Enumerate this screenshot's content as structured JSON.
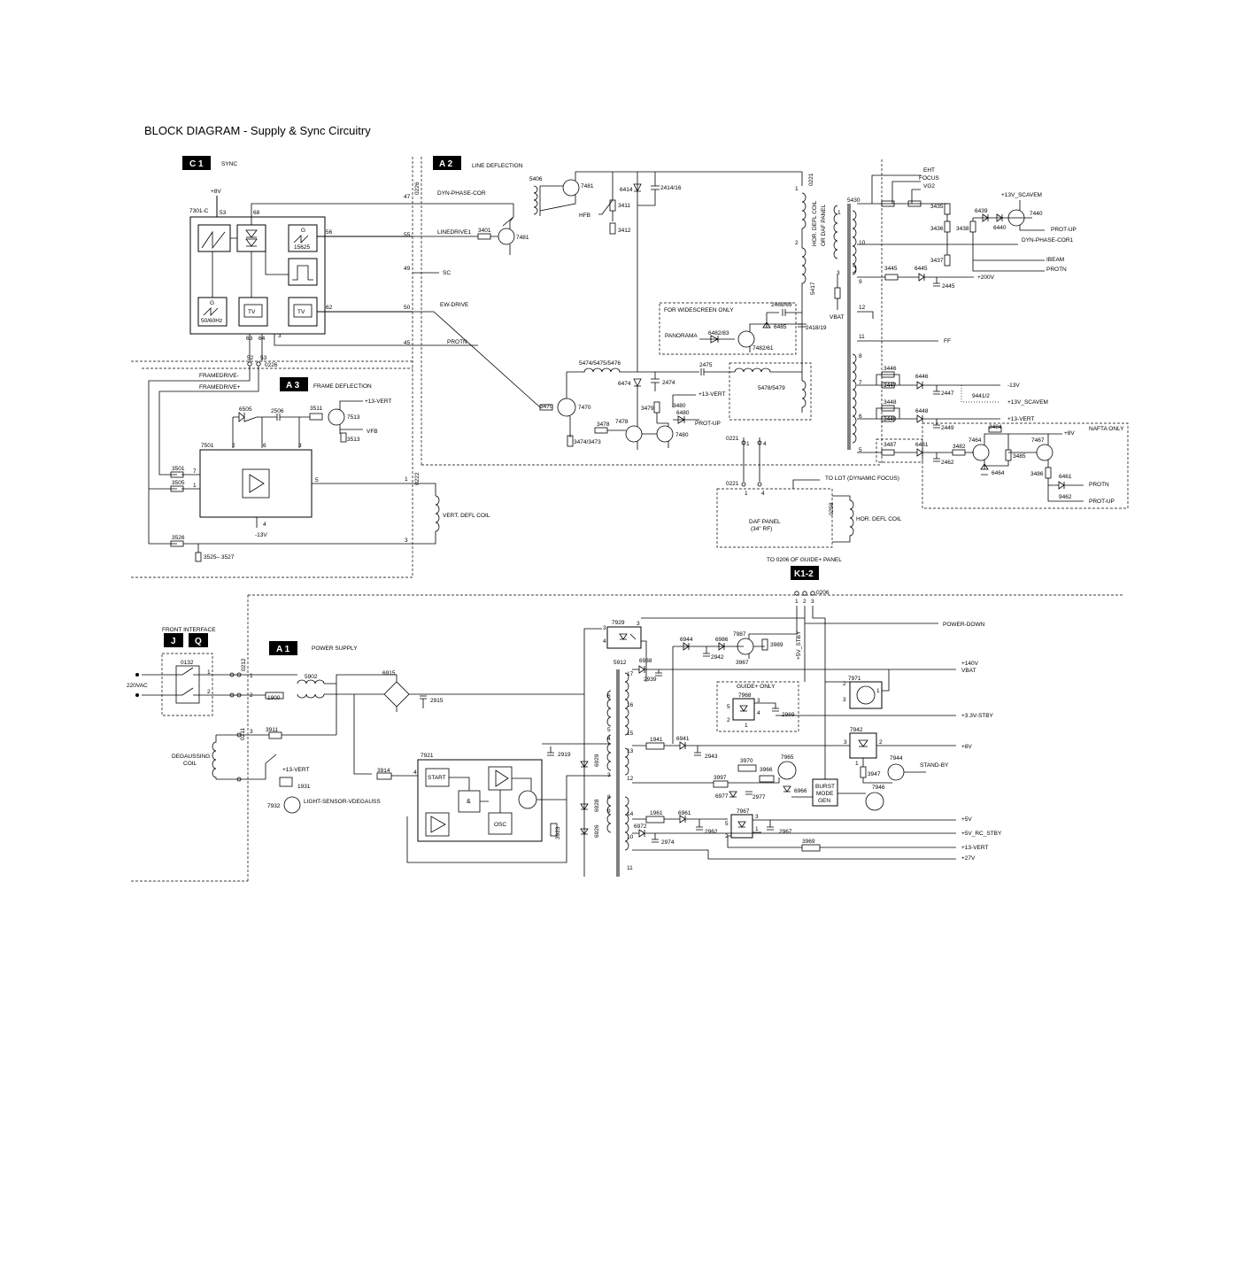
{
  "title": "BLOCK DIAGRAM - Supply & Sync Circuitry",
  "sections": {
    "c1": {
      "tag": "C 1",
      "label": "SYNC"
    },
    "a2": {
      "tag": "A 2",
      "label": "LINE DEFLECTION"
    },
    "a3": {
      "tag": "A 3",
      "label": "FRAME DEFLECTION"
    },
    "k12": {
      "tag": "K1-2",
      "label": "TO 0206 OF GUIDE+ PANEL"
    },
    "j": {
      "tag": "J"
    },
    "q": {
      "tag": "Q"
    },
    "front": {
      "label": "FRONT INTERFACE"
    },
    "a1": {
      "tag": "A 1",
      "label": "POWER SUPPLY"
    }
  },
  "sync": {
    "ic": "7301-C",
    "plus8v": "+8V",
    "p53": "53",
    "p68": "68",
    "p56": "56",
    "p62": "62",
    "p63": "63",
    "p64": "64",
    "p3": "3",
    "g1": "G",
    "f15625": "15625",
    "g2": "G",
    "f5060": "50/60Hz",
    "tv1": "TV",
    "tv2": "TV",
    "c0226": "0226",
    "c0226b": "0226",
    "p52": "52",
    "p53b": "53",
    "n47": "47",
    "n55": "55",
    "n49": "49",
    "n50": "50",
    "n45": "45",
    "dyn": "DYN-PHASE-COR",
    "linedrive": "LINEDRIVE1",
    "sc": "SC",
    "ew": "EW-DRIVE",
    "protn": "PROTN"
  },
  "frame": {
    "fdminus": "FRAMEDRIVE-",
    "fdplus": "FRAMEDRIVE+",
    "c6505": "6505",
    "c2506": "2506",
    "c3511": "3511",
    "c7513": "7513",
    "v13": "+13-VERT",
    "vfb": "VFB",
    "c3513": "3513",
    "ic": "7501",
    "p2": "2",
    "p6": "6",
    "p3": "3",
    "p7": "7",
    "p1": "1",
    "p5": "5",
    "p4": "4",
    "m13": "-13V",
    "c3501": "3501",
    "c3505": "3505",
    "c3526": "3526",
    "c3525": "3525– 3527",
    "c0222": "0222",
    "n1": "1",
    "n3": "3",
    "coil": "VERT. DEFL COIL"
  },
  "line": {
    "c5406": "5406",
    "c7481a": "7481",
    "c7481b": "7481",
    "c3401": "3401",
    "c6414": "6414",
    "c2414": "2414/16",
    "c3411": "3411",
    "c3412": "3412",
    "hfb": "HFB",
    "c0221": "0221",
    "n1": "1",
    "n2": "2",
    "hcoil": "HOR. DEFL COIL",
    "daf": "OR DAF PANEL",
    "c5417": "5417",
    "wide": "FOR WIDESCREEN ONLY",
    "pan": "PANORAMA",
    "c6482": "6482/83",
    "c7482": "7482/61",
    "c6485": "6485",
    "c2468": "2468/69",
    "c2418": "2418/19",
    "c5474": "5474/5475/5476",
    "c2475": "2475",
    "c5478": "5478/5479",
    "c6474": "6474",
    "c2474": "2474",
    "c3479": "3479",
    "v13": "+13-VERT",
    "c3480": "3480",
    "c6480": "6480",
    "protup": "PROT-UP",
    "c3470": "3470",
    "c7470": "7470",
    "c3478": "3478",
    "c7478": "7478",
    "c7480": "7480",
    "c3474": "3474/3473"
  },
  "lot": {
    "eht": "EHT",
    "focus": "FOCUS",
    "vg2": "VG2",
    "c5430": "5430",
    "c3435": "3435",
    "c3436": "3436",
    "c3438": "3438",
    "c6439": "6439",
    "c6440": "6440",
    "c7440": "7440",
    "scavem": "+13V_SCAVEM",
    "protup": "PROT-UP",
    "dyn": "DYN-PHASE-COR1",
    "ibeam": "IBEAM",
    "protn": "PROTN",
    "c3437": "3437",
    "c3445": "3445",
    "c6445": "6445",
    "c2445": "2445",
    "v200": "+200V",
    "vbat": "VBAT",
    "ff": "FF",
    "p1": "1",
    "p10": "10",
    "p3": "3",
    "p9": "9",
    "p12": "12",
    "p11": "11",
    "p8": "8",
    "p7": "7",
    "p6": "6",
    "p5": "5",
    "c3446": "3446",
    "c3447": "3447",
    "c6446": "6446",
    "c2447": "2447",
    "m13": "-13V",
    "c9441": "9441/2",
    "scavem2": "+13V_SCAVEM",
    "c3448": "3448",
    "c3449": "3449",
    "c6448": "6448",
    "c2449": "2449",
    "v13": "+13-VERT",
    "c3487": "3487",
    "c6461": "6461",
    "c3482": "3482",
    "c2462": "2462",
    "c3484": "3484",
    "v8": "+8V",
    "nafta": "NAFTA ONLY",
    "c7464": "7464",
    "c6464": "6464",
    "c3485": "3485",
    "c7467": "7467",
    "c3486": "3486",
    "c6461b": "6461",
    "protn2": "PROTN",
    "c9462": "9462",
    "protup2": "PROT-UP"
  },
  "dafpanel": {
    "c0221a": "0221",
    "c0221b": "0221",
    "n1": "1",
    "n4": "4",
    "n1b": "1",
    "n4b": "4",
    "lot": "TO LOT (DYNAMIC FOCUS)",
    "name": "DAF PANEL",
    "sub": "(34\" RF)",
    "c0258": "0258",
    "coil": "HOR. DEFL COIL"
  },
  "k12": {
    "c0206": "0206",
    "n1": "1",
    "n2": "2",
    "n3": "3"
  },
  "front": {
    "c0132": "0132",
    "v220": "220VAC",
    "c0212": "0212",
    "p1": "1",
    "p2": "2",
    "n1": "1",
    "n2": "2"
  },
  "power": {
    "c5902": "5902",
    "c6915": "6915",
    "c1900": "1900",
    "c2915": "2915",
    "c0211": "0211",
    "c3911": "3911",
    "degauss": "DEGAUSSING",
    "coil": "COIL",
    "v13": "+13-VERT",
    "c1931": "1931",
    "c7932": "7932",
    "light": "LIGHT-SENSOR-VDEGAUSS",
    "c3914": "3914",
    "c7921": "7921",
    "start": "START",
    "amp": "&",
    "osc": "OSC",
    "c2919": "2919",
    "c3923": "3923",
    "c6929": "6929",
    "c6928": "6928",
    "c6926": "6926",
    "c5912": "5912",
    "c7929": "7929",
    "c6938": "6938",
    "c2939": "2939",
    "c6944": "6944",
    "c6986": "6986",
    "c2942": "2942",
    "c7987": "7987",
    "c3967": "3967",
    "c3989": "3989",
    "stby": "+5V_STBY",
    "pdown": "POWER-DOWN",
    "v140": "+140V",
    "vbat": "VBAT",
    "guide": "GUIDE+ ONLY",
    "c7968": "7968",
    "c2969": "2969",
    "v33": "+3.3V-STBY",
    "c7971": "7971",
    "c1941": "1941",
    "c6941": "6941",
    "c2943": "2943",
    "c7942": "7942",
    "v8": "+8V",
    "c3970": "3970",
    "c7965": "7965",
    "c3966": "3966",
    "c6966": "6966",
    "c3997": "3997",
    "c6977": "6977",
    "c2977": "2977",
    "burst": "BURST",
    "mode": "MODE",
    "gen": "GEN",
    "c3947": "3947",
    "c7944": "7944",
    "c7946": "7946",
    "standby": "STAND-BY",
    "c1961": "1961",
    "c6961": "6961",
    "c2962": "2962",
    "c7967": "7967",
    "c2967": "2967",
    "c3969": "3969",
    "c6972": "6972",
    "c2974": "2974",
    "v5": "+5V",
    "v5rc": "+5V_RC_STBY",
    "v27": "+27V",
    "pins": [
      "3",
      "4",
      "17",
      "6",
      "16",
      "15",
      "5",
      "4",
      "3",
      "13",
      "12",
      "14",
      "8",
      "9",
      "10",
      "11"
    ]
  }
}
